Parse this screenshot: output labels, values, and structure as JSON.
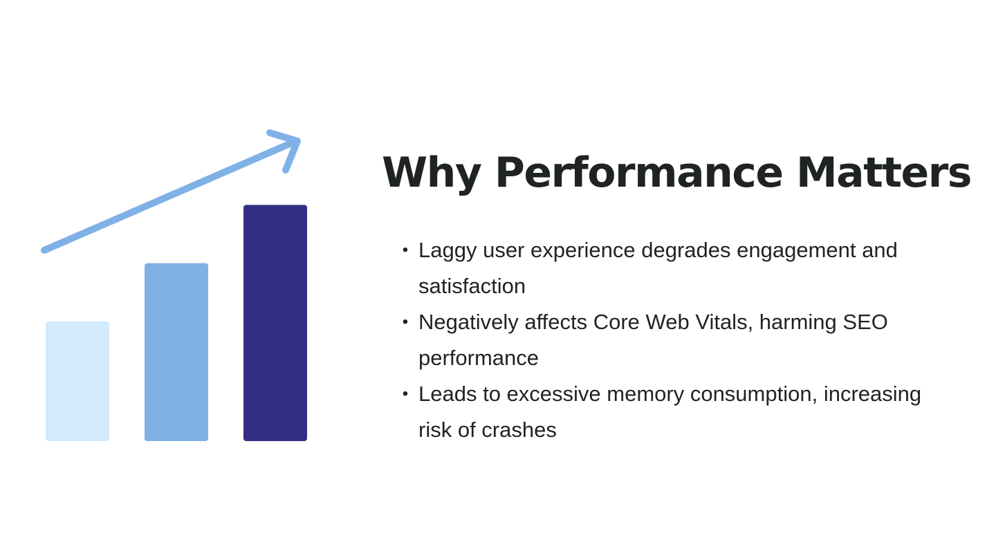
{
  "slide": {
    "title": "Why Performance Matters",
    "bullets": [
      {
        "symbol": "•",
        "text": "Laggy user experience degrades engagement and satisfaction"
      },
      {
        "symbol": "•",
        "text": "Negatively affects Core Web Vitals, harming SEO performance"
      },
      {
        "symbol": "•",
        "text": "Leads to excessive memory consumption, increasing risk of crashes"
      }
    ]
  },
  "illustration": {
    "icon": "growth-bar-chart-with-rising-arrow",
    "bar_levels": [
      0.37,
      0.55,
      0.73
    ],
    "colors": {
      "bar_light": "#d3eafd",
      "bar_medium": "#80b1e6",
      "bar_dark": "#322f82",
      "arrow": "#80b1e6"
    }
  },
  "colors": {
    "text": "#1f2322",
    "background": "#ffffff"
  }
}
